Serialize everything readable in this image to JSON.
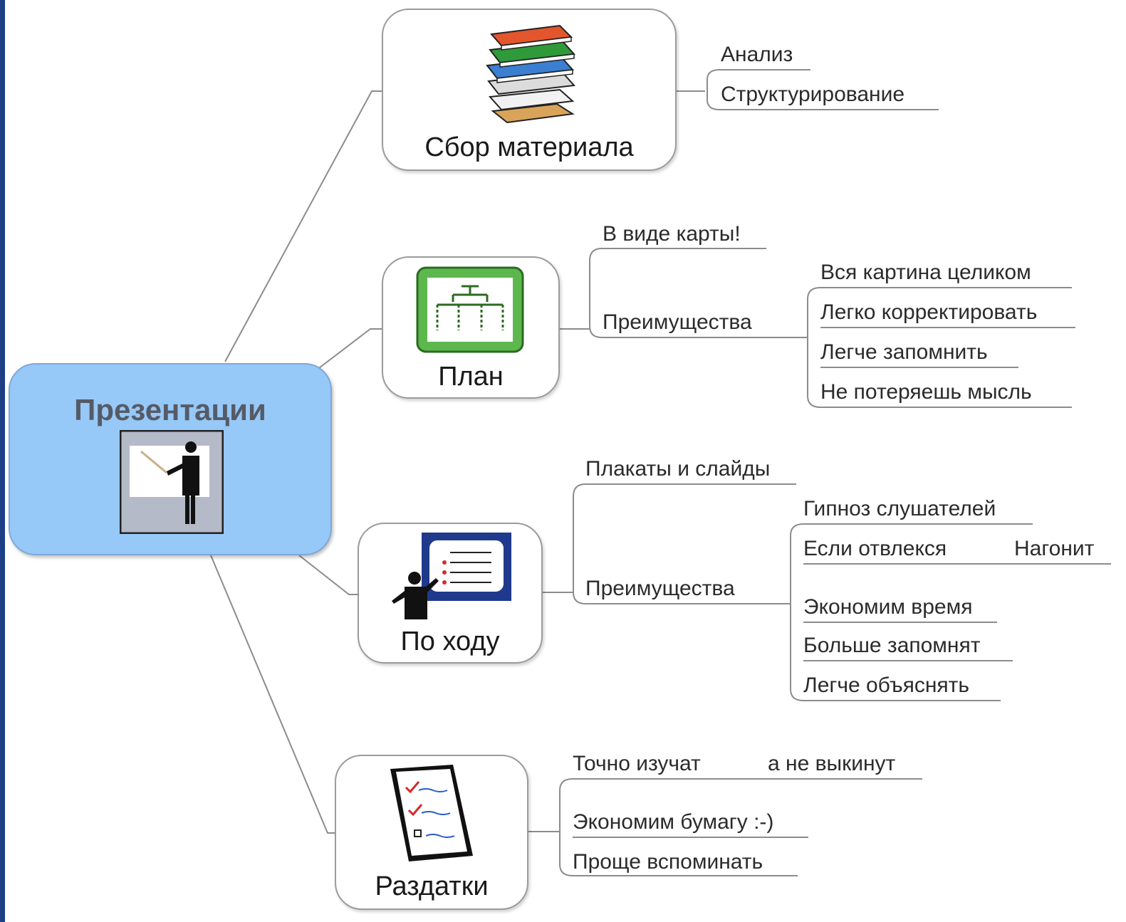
{
  "root": {
    "label": "Презентации",
    "icon": "presenter-icon"
  },
  "topics": {
    "collect": {
      "label": "Сбор материала",
      "icon": "books-stack-icon",
      "children": [
        "Анализ",
        "Структурирование"
      ]
    },
    "plan": {
      "label": "План",
      "icon": "org-chart-icon",
      "map_label": "В виде карты!",
      "advantages_label": "Преимущества",
      "advantages": [
        "Вся картина целиком",
        "Легко корректировать",
        "Легче запомнить",
        "Не потеряешь мысль"
      ]
    },
    "during": {
      "label": "По ходу",
      "icon": "presenter-board-icon",
      "posters_label": "Плакаты и слайды",
      "advantages_label": "Преимущества",
      "advantages": [
        "Гипноз слушателей",
        "Если отвлекся",
        "Экономим время",
        "Больше запомнят",
        "Легче объяснять"
      ],
      "catch_up_label": "Нагонит"
    },
    "handouts": {
      "label": "Раздатки",
      "icon": "checklist-icon",
      "children": [
        "Точно изучат",
        "Экономим бумагу :-)",
        "Проще вспоминать"
      ],
      "not_throw_label": "а не выкинут"
    }
  },
  "colors": {
    "root_fill": "#96c8f8",
    "connector": "#8c8c8c",
    "frame_left": "#1d3f86"
  }
}
